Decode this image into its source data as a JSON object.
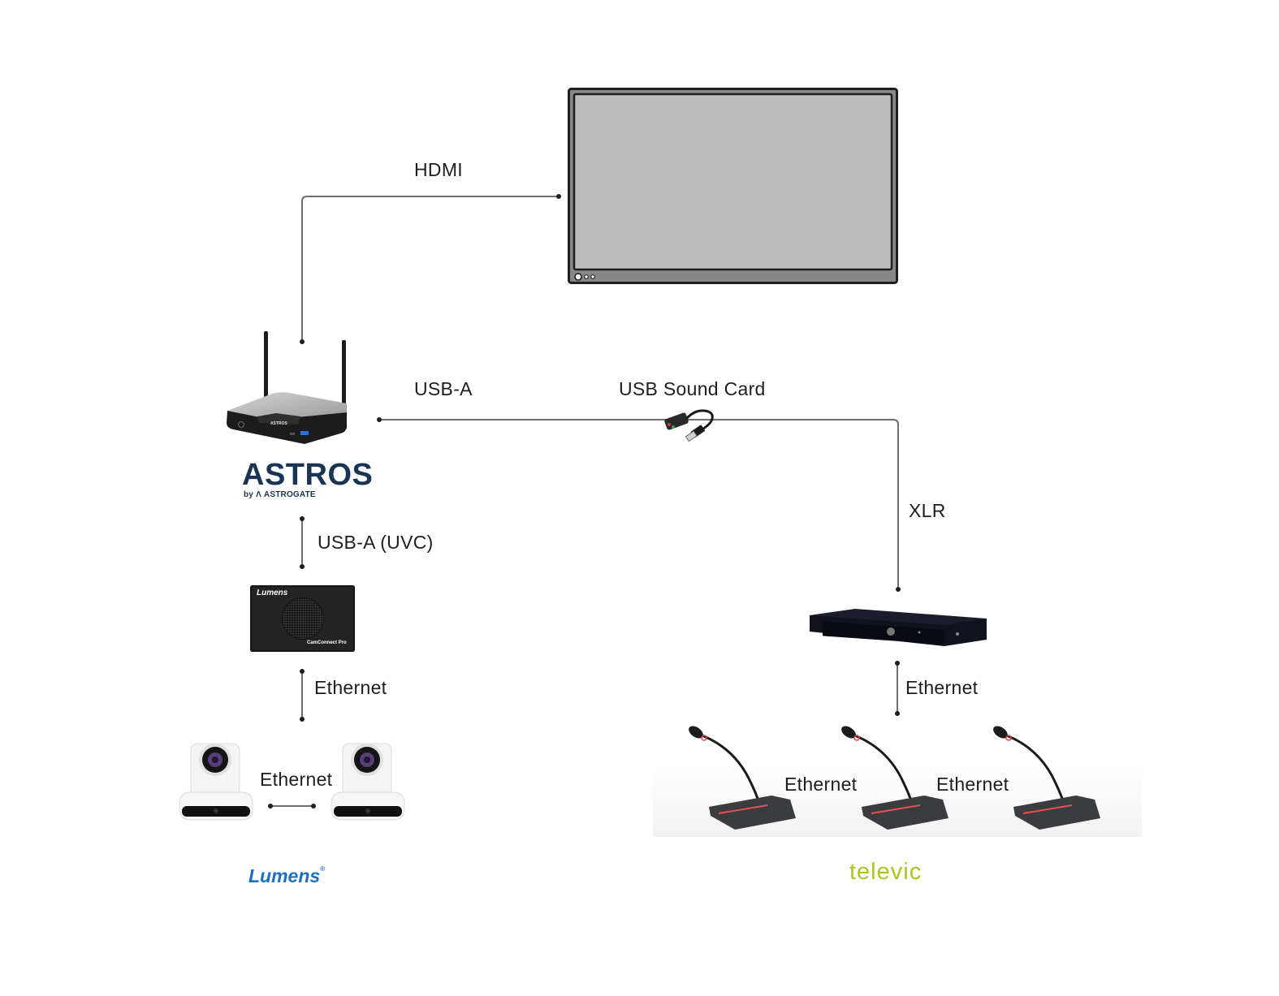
{
  "diagram": {
    "title": "",
    "devices": {
      "display": {
        "name": "Display"
      },
      "hub": {
        "name": "ASTROS",
        "badge_text": "ASTROS"
      },
      "sound_card": {
        "name": "USB Sound Card"
      },
      "camconnect": {
        "brand_text": "Lumens",
        "model_text": "CamConnect Pro"
      },
      "cameras": [
        {
          "name": "PTZ Camera 1"
        },
        {
          "name": "PTZ Camera 2"
        }
      ],
      "audio_unit": {
        "name": "Televic Central Unit"
      },
      "microphones": [
        {
          "name": "Delegate Mic 1"
        },
        {
          "name": "Delegate Mic 2"
        },
        {
          "name": "Delegate Mic 3"
        }
      ]
    },
    "connections": {
      "hdmi": "HDMI",
      "usb_a": "USB-A",
      "usb_sound_card": "USB Sound Card",
      "xlr": "XLR",
      "usb_a_uvc": "USB-A (UVC)",
      "ethernet_camconnect": "Ethernet",
      "ethernet_cameras": "Ethernet",
      "ethernet_audio_unit": "Ethernet",
      "ethernet_mic_1_2": "Ethernet",
      "ethernet_mic_2_3": "Ethernet"
    },
    "logos": {
      "astros": "ASTROS",
      "astros_sub_prefix": "by",
      "astros_sub_brand": "ASTROGATE",
      "lumens": "Lumens",
      "lumens_mark": "®",
      "televic": "televic"
    },
    "colors": {
      "wire": "#6e6e6e",
      "node": "#1e1e1e",
      "screen": "#bcbcbc",
      "bezel": "#878787",
      "astros_brand": "#1a3553",
      "lumens_brand": "#1d6fc4",
      "televic_brand": "#a8c820"
    }
  }
}
